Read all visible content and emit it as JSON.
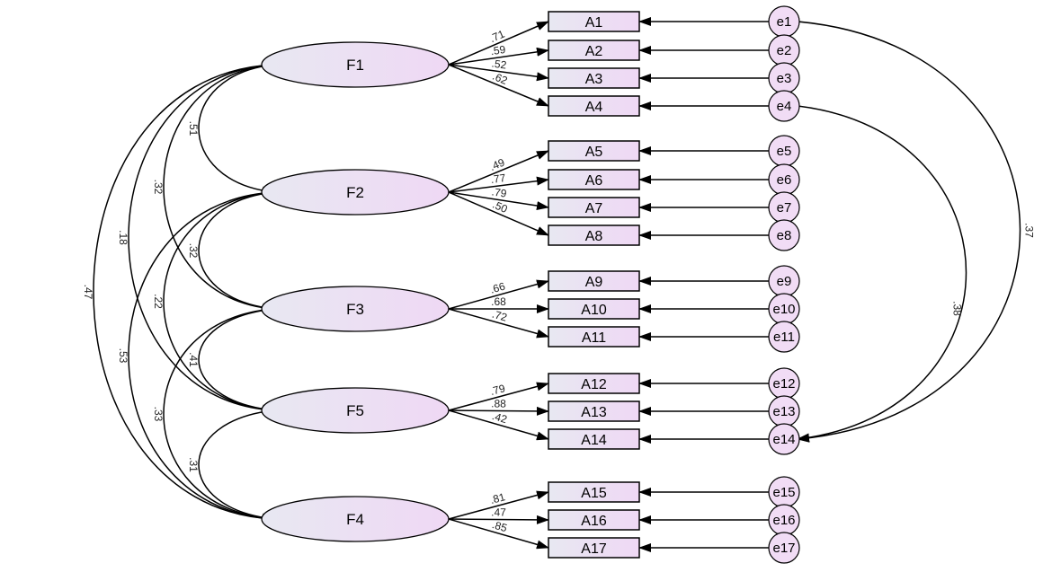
{
  "factors": [
    {
      "id": "F1",
      "label": "F1"
    },
    {
      "id": "F2",
      "label": "F2"
    },
    {
      "id": "F3",
      "label": "F3"
    },
    {
      "id": "F5",
      "label": "F5"
    },
    {
      "id": "F4",
      "label": "F4"
    }
  ],
  "indicators": [
    {
      "label": "A1",
      "error": "e1",
      "factor": "F1",
      "loading": ".71"
    },
    {
      "label": "A2",
      "error": "e2",
      "factor": "F1",
      "loading": ".59"
    },
    {
      "label": "A3",
      "error": "e3",
      "factor": "F1",
      "loading": ".52"
    },
    {
      "label": "A4",
      "error": "e4",
      "factor": "F1",
      "loading": ".62"
    },
    {
      "label": "A5",
      "error": "e5",
      "factor": "F2",
      "loading": ".49"
    },
    {
      "label": "A6",
      "error": "e6",
      "factor": "F2",
      "loading": ".77"
    },
    {
      "label": "A7",
      "error": "e7",
      "factor": "F2",
      "loading": ".79"
    },
    {
      "label": "A8",
      "error": "e8",
      "factor": "F2",
      "loading": ".50"
    },
    {
      "label": "A9",
      "error": "e9",
      "factor": "F3",
      "loading": ".66"
    },
    {
      "label": "A10",
      "error": "e10",
      "factor": "F3",
      "loading": ".68"
    },
    {
      "label": "A11",
      "error": "e11",
      "factor": "F3",
      "loading": ".72"
    },
    {
      "label": "A12",
      "error": "e12",
      "factor": "F5",
      "loading": ".79"
    },
    {
      "label": "A13",
      "error": "e13",
      "factor": "F5",
      "loading": ".88"
    },
    {
      "label": "A14",
      "error": "e14",
      "factor": "F5",
      "loading": ".42"
    },
    {
      "label": "A15",
      "error": "e15",
      "factor": "F4",
      "loading": ".81"
    },
    {
      "label": "A16",
      "error": "e16",
      "factor": "F4",
      "loading": ".47"
    },
    {
      "label": "A17",
      "error": "e17",
      "factor": "F4",
      "loading": ".85"
    }
  ],
  "factor_covariances": [
    {
      "from": "F1",
      "to": "F2",
      "value": ".51"
    },
    {
      "from": "F1",
      "to": "F3",
      "value": ".32"
    },
    {
      "from": "F1",
      "to": "F5",
      "value": ".18"
    },
    {
      "from": "F1",
      "to": "F4",
      "value": ".47"
    },
    {
      "from": "F2",
      "to": "F3",
      "value": ".32"
    },
    {
      "from": "F2",
      "to": "F5",
      "value": ".22"
    },
    {
      "from": "F2",
      "to": "F4",
      "value": ".53"
    },
    {
      "from": "F3",
      "to": "F5",
      "value": ".41"
    },
    {
      "from": "F3",
      "to": "F4",
      "value": ".33"
    },
    {
      "from": "F5",
      "to": "F4",
      "value": ".31"
    }
  ],
  "error_covariances": [
    {
      "from": "e1",
      "to": "e14",
      "value": ".37"
    },
    {
      "from": "e4",
      "to": "e14",
      "value": ".38"
    }
  ],
  "colors": {
    "node_fill_light": "#e8e8f2",
    "node_fill_pink": "#efd8f4",
    "stroke": "#000000"
  }
}
